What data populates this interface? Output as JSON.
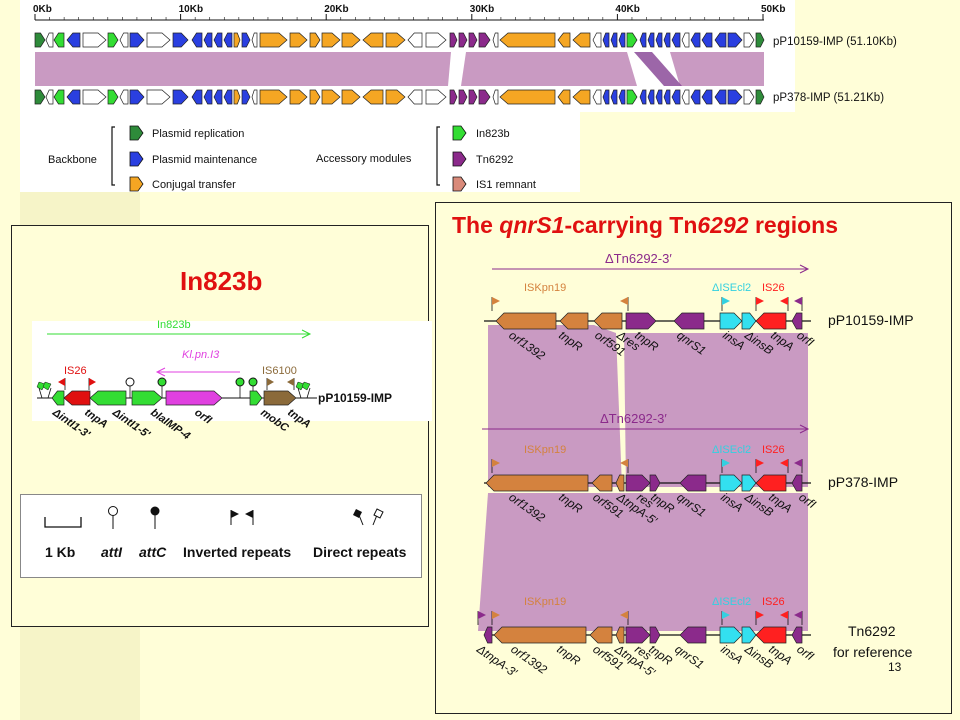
{
  "top_map": {
    "scale_labels": [
      "0Kb",
      "10Kb",
      "20Kb",
      "30Kb",
      "40Kb",
      "50Kb"
    ],
    "plasmid_1": "pP10159-IMP (51.10Kb)",
    "plasmid_2": "pP378-IMP (51.21Kb)"
  },
  "legend": {
    "backbone_label": "Backbone",
    "backbone_items": [
      {
        "label": "Plasmid replication",
        "color": "#2e8b3a"
      },
      {
        "label": "Plasmid maintenance",
        "color": "#2a3fe0"
      },
      {
        "label": "Conjugal transfer",
        "color": "#f5a623"
      }
    ],
    "accessory_label": "Accessory modules",
    "accessory_items": [
      {
        "label": "In823b",
        "color": "#33dd33"
      },
      {
        "label": "Tn6292",
        "color": "#8b2a8b"
      },
      {
        "label": "IS1 remnant",
        "color": "#d98a7a"
      }
    ]
  },
  "in_panel": {
    "title": "In823b",
    "span_label": "In823b",
    "is26": "IS26",
    "klpn": "Kl.pn.I3",
    "is6100": "IS6100",
    "plasmid": "pP10159-IMP",
    "genes": [
      "ΔintI1-3'",
      "tnpA",
      "ΔintI1-5'",
      "blaIMP-4",
      "orfI",
      "mobC",
      "tnpA"
    ],
    "key_labels": [
      "1 Kb",
      "attI",
      "attC",
      "Inverted repeats",
      "Direct repeats"
    ]
  },
  "tn_panel": {
    "title_pre": "The ",
    "title_gene": "qnrS1",
    "title_mid": "-carrying Tn",
    "title_num": "6292",
    "title_post": " regions",
    "span_label": "ΔTn6292-3′",
    "iskpn19": "ISKpn19",
    "isecl2": "ΔISEcl2",
    "is26": "IS26",
    "plasmids": [
      "pP10159-IMP",
      "pP378-IMP",
      "Tn6292"
    ],
    "ref_note": "for reference",
    "genes_row1": [
      "orf1392",
      "tnpR",
      "orf591",
      "Δres",
      "tnpR",
      "qnrS1",
      "insA",
      "ΔinsB",
      "tnpA",
      "orfI"
    ],
    "genes_row2": [
      "orf1392",
      "tnpR",
      "orf591",
      "ΔtnpA-5′",
      "res",
      "tnpR",
      "qnrS1",
      "insA",
      "ΔinsB",
      "tnpA",
      "orfI"
    ],
    "genes_row3": [
      "ΔtnpA-3′",
      "orf1392",
      "tnpR",
      "orf591",
      "ΔtnpA-5′",
      "res",
      "tnpR",
      "qnrS1",
      "insA",
      "ΔinsB",
      "tnpA",
      "orfI"
    ]
  },
  "page_number": "13"
}
